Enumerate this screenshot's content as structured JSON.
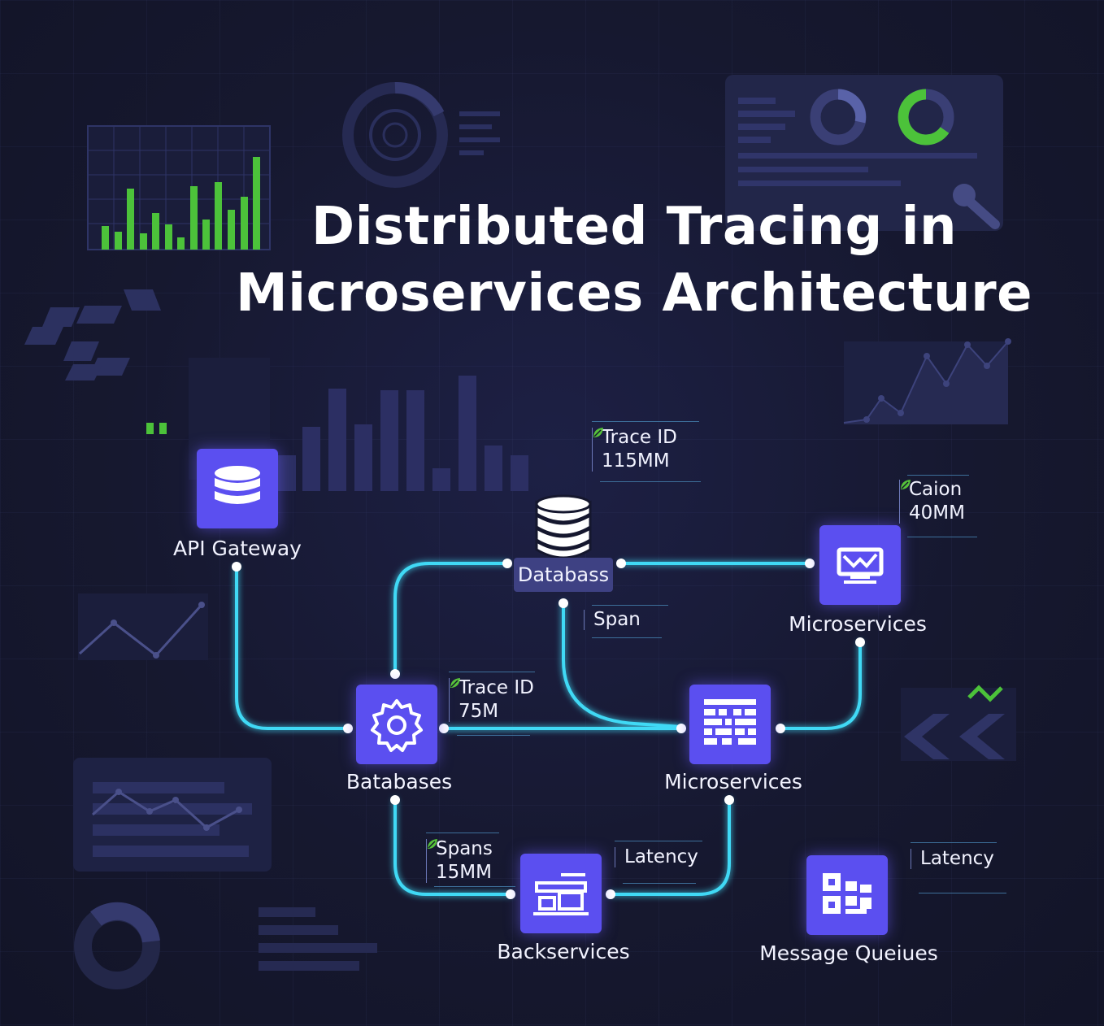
{
  "title": {
    "line1": "Distributed Tracing in",
    "line2": "Microservices Architecture"
  },
  "nodes": {
    "api_gateway": "API Gateway",
    "database": "Databass",
    "microservices_top": "Microservices",
    "batabases": "Batabases",
    "microservices_mid": "Microservices",
    "backservices": "Backservices",
    "message_queues": "Message Queiues"
  },
  "annotations": {
    "trace_top": {
      "label": "Trace ID",
      "value": "115MM"
    },
    "caion": {
      "label": "Caion",
      "value": "40MM"
    },
    "span": {
      "label": "Span"
    },
    "trace_mid": {
      "label": "Trace ID",
      "value": "75M"
    },
    "spans": {
      "label": "Spans",
      "value": "15MM"
    },
    "latency_1": {
      "label": "Latency"
    },
    "latency_2": {
      "label": "Latency"
    }
  },
  "icons": [
    "database-icon",
    "monitor-chart-icon",
    "gear-icon",
    "grid-table-icon",
    "blocks-icon",
    "queue-icon",
    "leaf-icon"
  ],
  "colors": {
    "accent": "#5b4ff0",
    "connector": "#3fd9f5",
    "positive": "#56c23a",
    "background": "#15172e"
  }
}
